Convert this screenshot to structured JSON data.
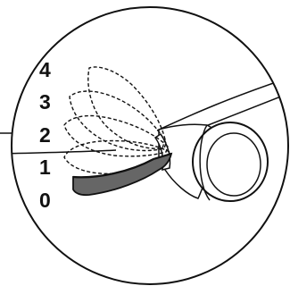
{
  "diagram": {
    "labels": [
      "4",
      "3",
      "2",
      "1",
      "0"
    ],
    "colors": {
      "outline": "#111111",
      "background": "#ffffff",
      "closed_position_fill": "#666666"
    }
  }
}
